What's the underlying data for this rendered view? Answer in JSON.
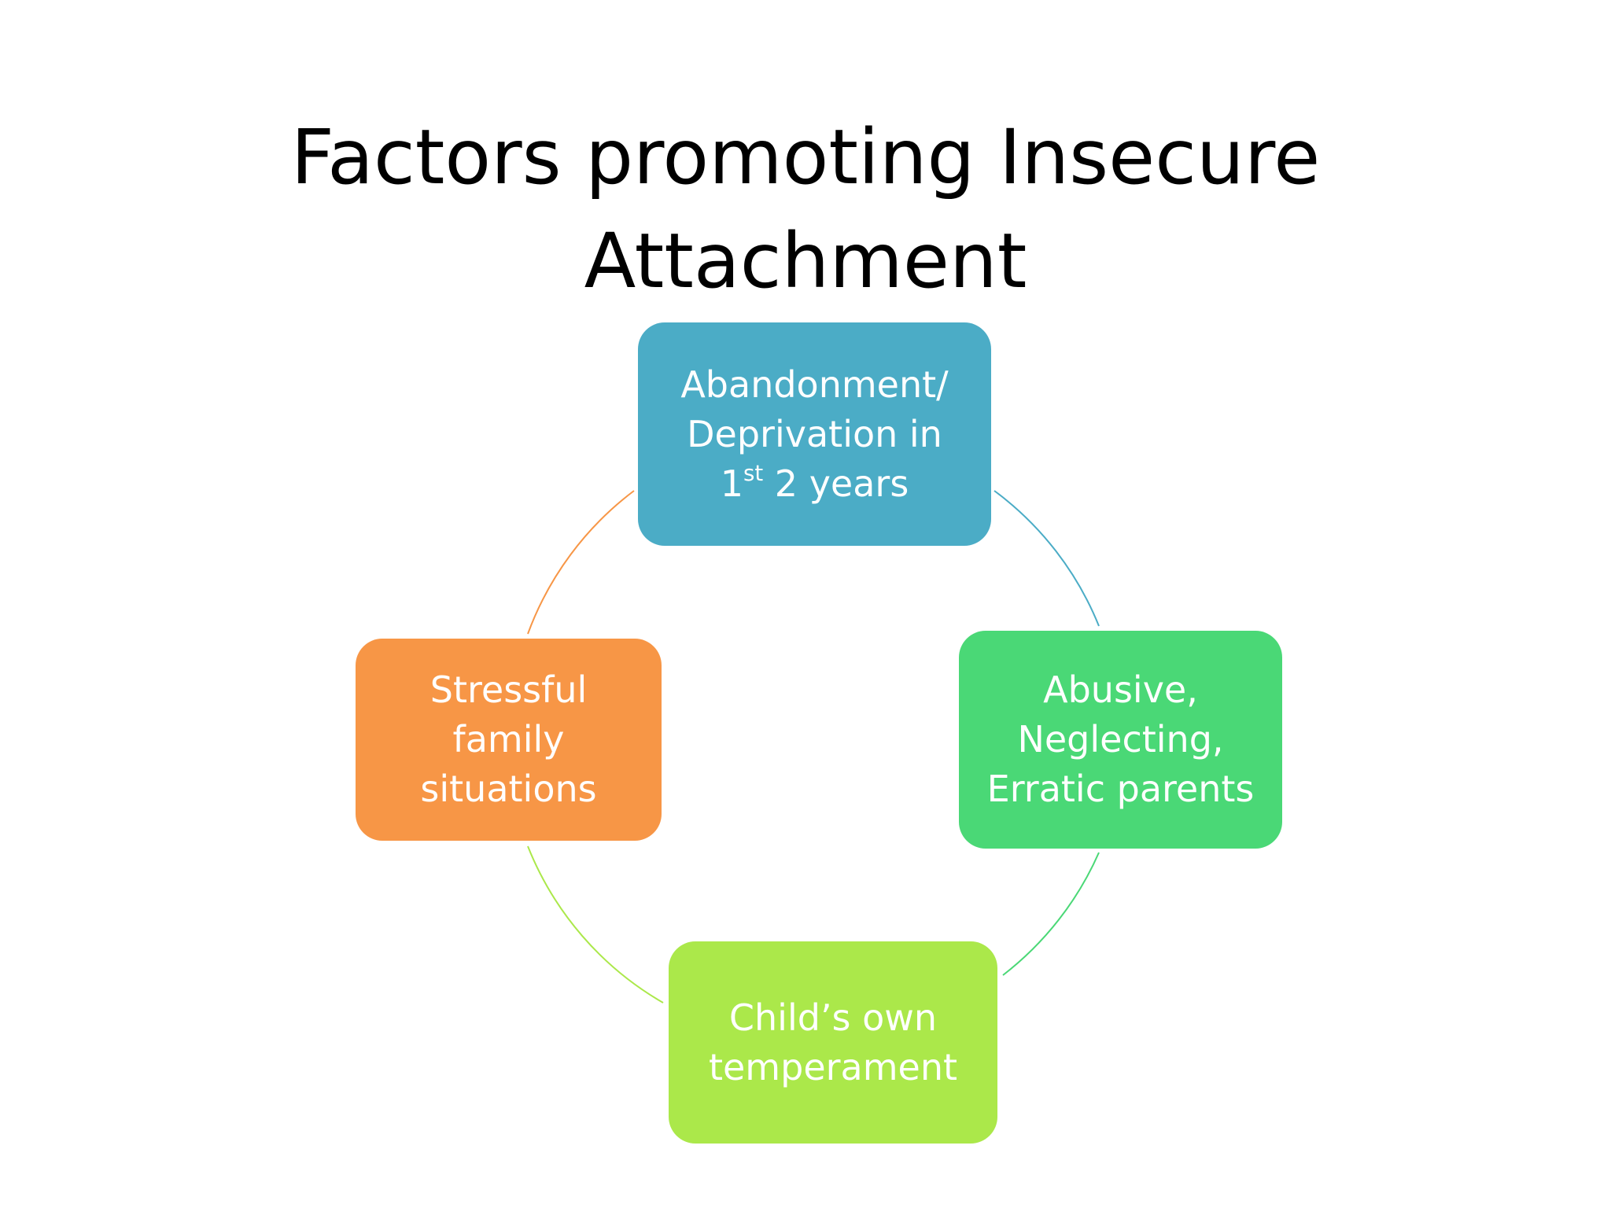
{
  "title": {
    "line1": "Factors promoting Insecure",
    "line2": "Attachment"
  },
  "nodes": {
    "top": {
      "line1": "Abandonment/",
      "line2": "Deprivation in",
      "line3_num": "1",
      "line3_sup": "st",
      "line3_rest": " 2 years",
      "color": "#4BACC6"
    },
    "right": {
      "line1": "Abusive,",
      "line2": "Neglecting,",
      "line3": "Erratic parents",
      "color": "#4AD876"
    },
    "bottom": {
      "line1": "Child’s own",
      "line2": "temperament",
      "color": "#ABE84A"
    },
    "left": {
      "line1": "Stressful",
      "line2": "family",
      "line3": "situations",
      "color": "#F79646"
    }
  }
}
